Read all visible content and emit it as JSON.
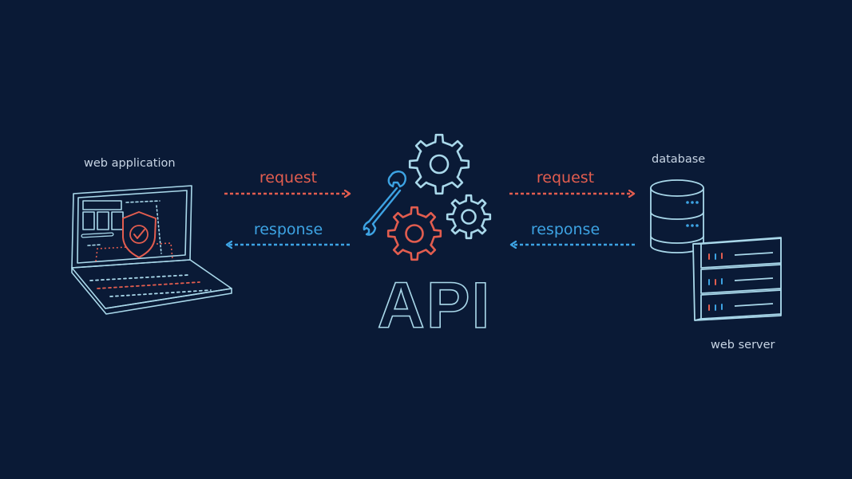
{
  "nodes": {
    "web_application": "web application",
    "database": "database",
    "web_server": "web server",
    "api": "API"
  },
  "flows": {
    "left_request": "request",
    "left_response": "response",
    "right_request": "request",
    "right_response": "response"
  },
  "colors": {
    "background": "#0a1a36",
    "line": "#a9d8ea",
    "request": "#e25d4f",
    "response": "#3da3e3"
  },
  "icons": {
    "web_application": "laptop-icon",
    "security": "shield-check-icon",
    "tools": "wrench-icon",
    "processing": "gears-icon",
    "database": "database-icon",
    "web_server": "server-rack-icon"
  }
}
